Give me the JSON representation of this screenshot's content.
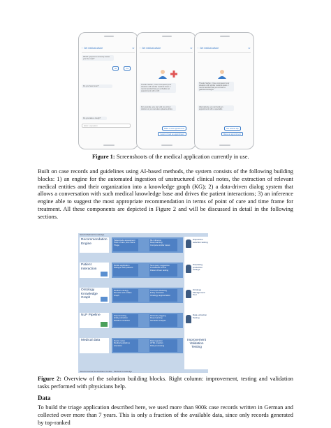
{
  "figure1": {
    "phones": [
      {
        "header": "Get medical advice",
        "bubbles": [
          "Which symptoms currently cause you the most?",
          "Do you have fever?"
        ],
        "buttons": [
          "No",
          "Yes"
        ],
        "question": "Do you take a cough?",
        "input_placeholder": "Enter a symptom"
      },
      {
        "header": "Get medical advice",
        "bubbles": [
          "Thanks Stefan, I have compared your situation with similar medical cases. I recommended that you schedule an appointment with a GP.",
          "For example, you can visit one of our doctors or you can also upload a photo."
        ],
        "buttons": [
          "Make a new appointment",
          "I want to book an appointment"
        ]
      },
      {
        "header": "Get medical advice",
        "bubbles": [
          "Thanks Stefan, I have compared your situation with similar medical cases. I recommended that you consult a gastroenterologist.",
          "Alternatively, you can book an appointment with a specialist."
        ],
        "buttons": [
          "Get referral slip",
          "Make an appointment"
        ]
      }
    ],
    "caption_label": "Figure 1:",
    "caption_text": "Screenshoots of the medical application currently in use."
  },
  "paragraph1": "Built on case records and guidelines using AI-based methods, the system consists of the following building blocks: 1) an engine for the automated ingestion of unstructured clinical notes, the extraction of relevant medical entities and their organization into a knowledge graph (KG); 2) a data-driven dialog system that allows a conversation with such medical knowledge base and drives the patient interactions; 3) an inference engine able to suggest the most appropriate recommendation in terms of point of care and time frame for treatment. All these components are depicted in Figure 2 and will be discussed in detail in the following sections.",
  "figure2": {
    "title": "Sanofi Medical Knowledge",
    "footer": "Sanofi-Aventis Deutschland GmbH - Medical Knowledge",
    "rows": [
      {
        "label": "Recommendation Engine",
        "cells": [
          "Patientcode assessment\nPoint of care, time frame\nTriage",
          "ML inference\nDeep learning\nCompare similar cases"
        ]
      },
      {
        "label": "Patient Interaction",
        "cells": [
          "Mobile application\nDialogue with patients",
          "Next query suggestion\nProbabilistic frame\nPatient driven testing"
        ]
      },
      {
        "label": "Ontology Knowledge Graph",
        "cells": [
          "Medical ontology\nRecords and entities\nGraph",
          "Concepts Modeling\nEntity resolution\nOntology augmentation"
        ]
      },
      {
        "label": "NLP Pipeline",
        "cells": [
          "Preprocessing\nEntity extraction\nRelation extraction",
          "Dictionary tagging\nDeep learning\nSemantic analysis"
        ]
      },
      {
        "label": "Medical data",
        "cells": [
          "Doctor notes\nMedical guidelines\nLiterature",
          "Data ingestion\nHTML crawlers\nData processing"
        ]
      }
    ],
    "right_items": [
      "Dispositive selection testing",
      "Prioritizing production settings",
      "Ontology Management Tool",
      "Data extraction Testing"
    ],
    "right_footer": "Improvement Validation Testing",
    "caption_label": "Figure 2:",
    "caption_text": "Overview of the solution building blocks. Right column: improvement, testing and validation tasks performed with physicians help."
  },
  "section_heading": "Data",
  "paragraph2": "To build the triage application described here, we used more than 900k case records written in German and collected over more than 7 years. This is only a fraction of the available data, since only records generated by top-ranked"
}
